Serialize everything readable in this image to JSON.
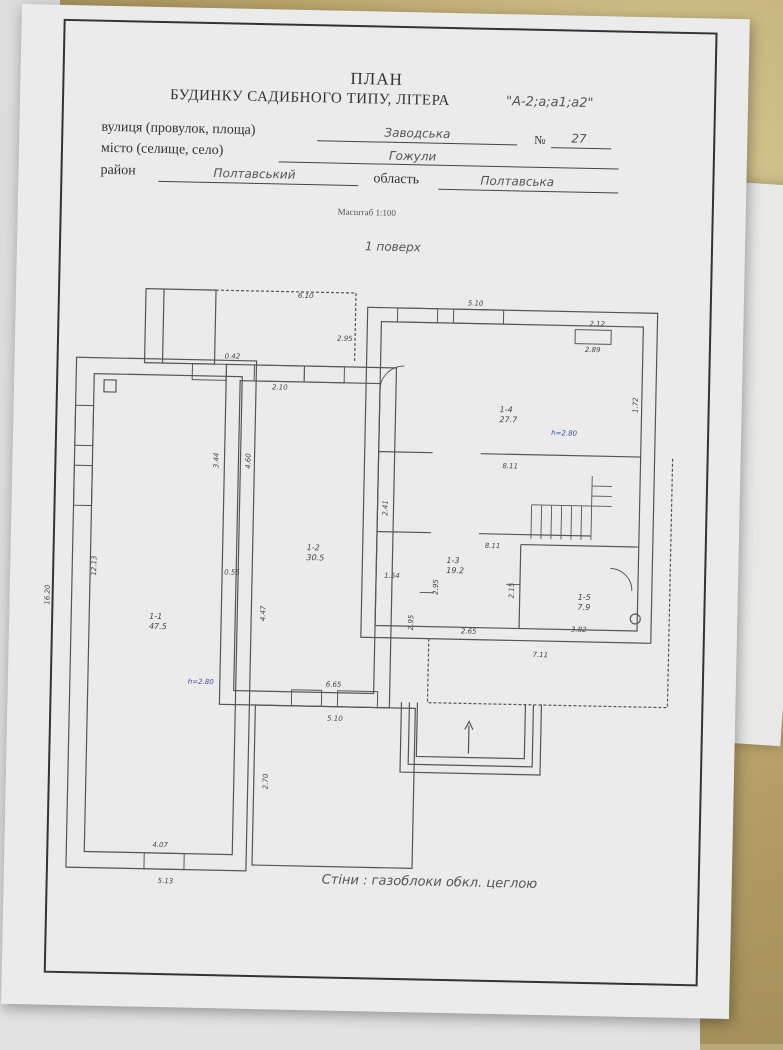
{
  "header": {
    "title": "ПЛАН",
    "subtitle": "БУДИНКУ САДИБНОГО ТИПУ, ЛІТЕРА",
    "litera": "А-2;а;а1;а2"
  },
  "address": {
    "street_label": "вулиця (провулок, площа)",
    "street_value": "Заводська",
    "number_label": "№",
    "number_value": "27",
    "city_label": "місто (селище, село)",
    "city_value": "Гожули",
    "district_label": "район",
    "district_value": "Полтавський",
    "region_label": "область",
    "region_value": "Полтавська"
  },
  "scale": "Масштаб 1:100",
  "floor": "1 поверх",
  "walls_note": "Стіни : газоблоки обкл. цеглою",
  "dimensions": {
    "top_a": "6.10",
    "top_b": "5.10",
    "top_c": "2.12",
    "d1": "2.95",
    "d2": "0.42",
    "d3": "2.10",
    "d4": "2.89",
    "left_total": "16.20",
    "left_inner": "12.13",
    "room_w": "3.44",
    "mid_h": "4.60",
    "mid_w": "0.55",
    "mid_h2": "4.47",
    "bottom_c": "6.65",
    "bottom_d": "5.10",
    "left_b": "4.07",
    "left_c": "5.13",
    "ext": "2.70",
    "corr1": "8.11",
    "corr2": "8.11",
    "r_a": "2.41",
    "r_b": "1.54",
    "r_c": "2.95",
    "r_d": "2.95",
    "r_e": "2.15",
    "r_f": "2.65",
    "r_g": "3.82",
    "r_h": "7.11",
    "r_i": "1.72"
  },
  "rooms": {
    "r1_id": "1-1",
    "r1_area": "47.5",
    "r1_height": "h=2.80",
    "r2_id": "1-2",
    "r2_area": "30.5",
    "r3_id": "1-3",
    "r3_area": "19.2",
    "r4_id": "1-4",
    "r4_area": "27.7",
    "r4_height": "h=2.80",
    "r5_id": "1-5",
    "r5_area": "7.9"
  }
}
